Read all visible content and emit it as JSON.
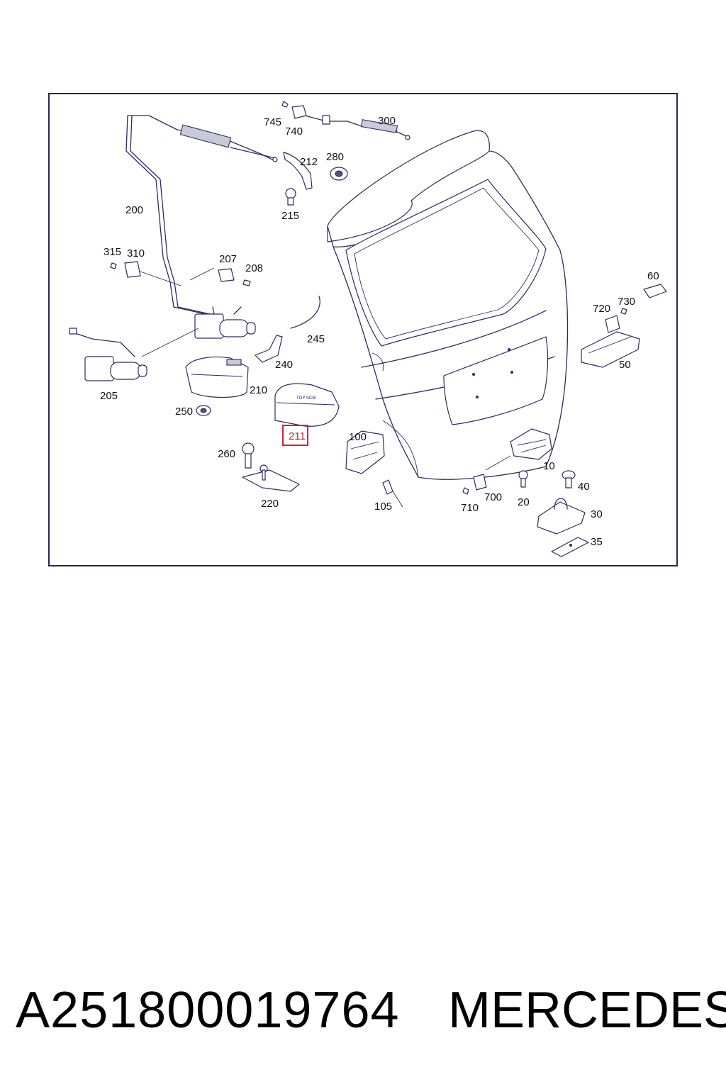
{
  "diagram": {
    "labels": [
      "745",
      "740",
      "300",
      "212",
      "280",
      "215",
      "200",
      "315",
      "310",
      "207",
      "208",
      "245",
      "60",
      "720",
      "730",
      "240",
      "50",
      "205",
      "210",
      "250",
      "211",
      "100",
      "260",
      "10",
      "40",
      "220",
      "105",
      "710",
      "700",
      "20",
      "30",
      "35"
    ],
    "highlighted_label": "211",
    "accent_color": "#d92030",
    "line_color": "#2b2c66"
  },
  "footer": {
    "part_number": "A251800019764",
    "brand": "MERCEDES"
  }
}
